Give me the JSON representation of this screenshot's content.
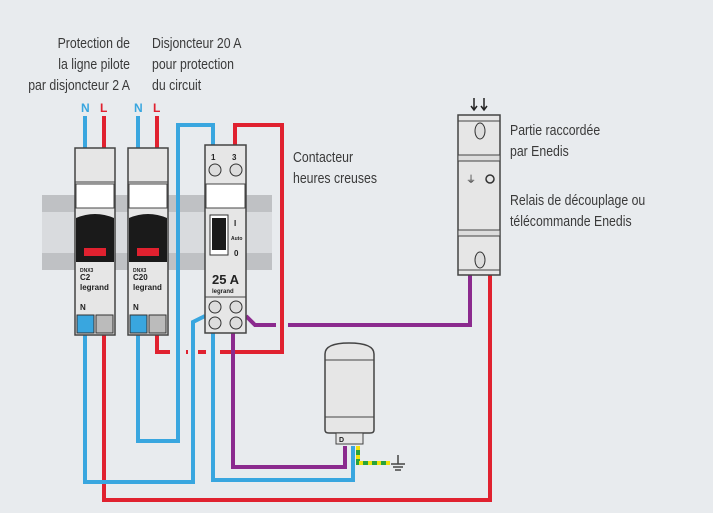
{
  "labels": {
    "breaker_2a": [
      "Protection de",
      "la ligne pilote",
      "par disjoncteur 2 A"
    ],
    "breaker_20a": [
      "Disjoncteur 20 A",
      "pour protection",
      "du circuit"
    ],
    "contactor": [
      "Contacteur",
      "heures creuses"
    ],
    "enedis_part": [
      "Partie raccordée",
      "par Enedis"
    ],
    "relay": [
      "Relais de découplage ou",
      "télécommande Enedis"
    ]
  },
  "terminals": {
    "neutral": "N",
    "live": "L"
  },
  "breaker1": {
    "rating": "C2",
    "brand": "legrand",
    "model": "DNX3"
  },
  "breaker2": {
    "rating": "C20",
    "brand": "legrand",
    "model": "DNX3"
  },
  "contactor_device": {
    "terminal_1": "1",
    "terminal_3": "3",
    "rating": "25 A",
    "pos_on": "I",
    "pos_auto": "Auto",
    "pos_off": "0",
    "brand": "legrand"
  },
  "heater": {
    "mark": "D"
  },
  "colors": {
    "neutral": "#39a6df",
    "live": "#e0212f",
    "control": "#8b2a8e",
    "earth": "#2aa33a",
    "earth_stripe": "#f2e20a",
    "background": "#e8ebee",
    "rail": "#bfc1c4"
  }
}
